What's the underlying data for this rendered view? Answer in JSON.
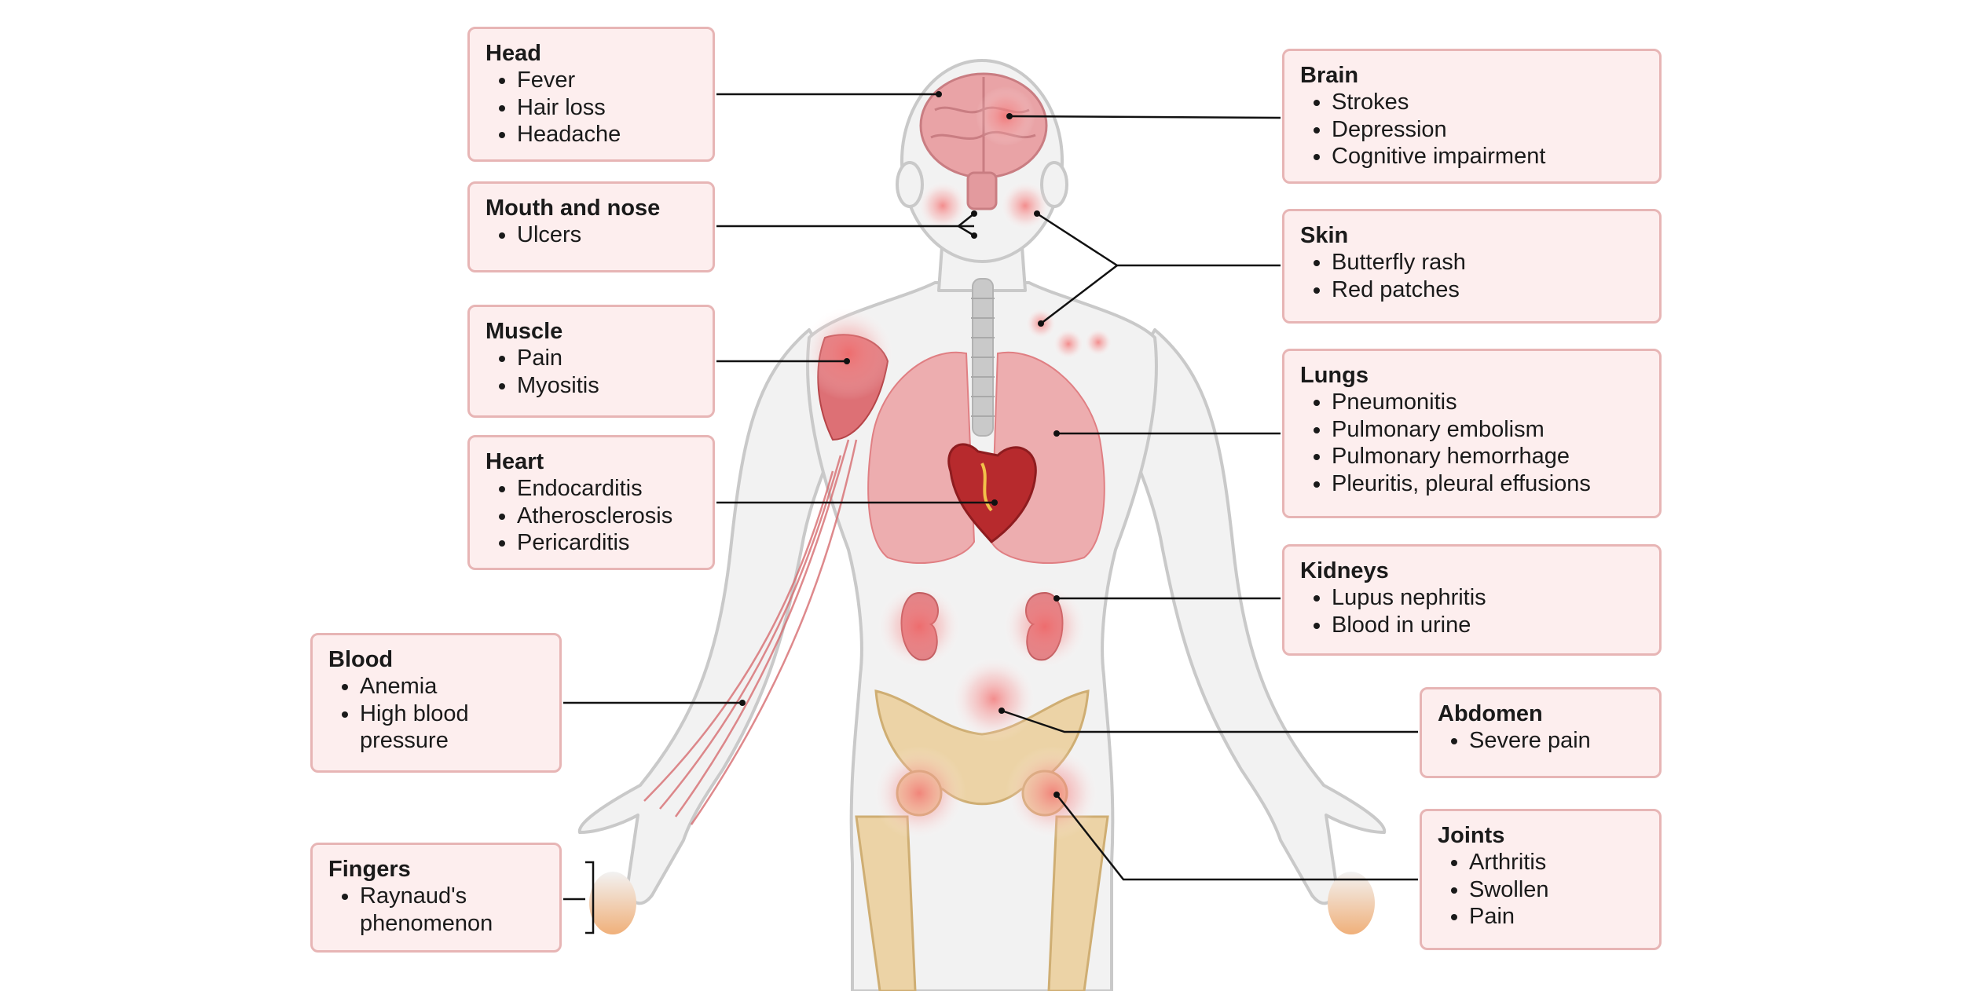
{
  "colors": {
    "box_fill": "#fdeeee",
    "box_border": "#e7b5b5",
    "body_fill": "#f2f2f2",
    "body_outline": "#c9c9c9",
    "organ_red": "#d9595f",
    "bone": "#ecd3a6",
    "inflammation": "#f36b6b",
    "line": "#111111"
  },
  "callouts": {
    "head": {
      "title": "Head",
      "items": [
        "Fever",
        "Hair loss",
        "Headache"
      ]
    },
    "mouth": {
      "title": "Mouth and nose",
      "items": [
        "Ulcers"
      ]
    },
    "muscle": {
      "title": "Muscle",
      "items": [
        "Pain",
        "Myositis"
      ]
    },
    "heart": {
      "title": "Heart",
      "items": [
        "Endocarditis",
        "Atherosclerosis",
        "Pericarditis"
      ]
    },
    "blood": {
      "title": "Blood",
      "items": [
        "Anemia",
        "High blood",
        "pressure"
      ]
    },
    "fingers": {
      "title": "Fingers",
      "items": [
        "Raynaud's",
        "phenomenon"
      ]
    },
    "brain": {
      "title": "Brain",
      "items": [
        "Strokes",
        "Depression",
        "Cognitive impairment"
      ]
    },
    "skin": {
      "title": "Skin",
      "items": [
        "Butterfly rash",
        "Red patches"
      ]
    },
    "lungs": {
      "title": "Lungs",
      "items": [
        "Pneumonitis",
        "Pulmonary embolism",
        "Pulmonary hemorrhage",
        "Pleuritis, pleural effusions"
      ]
    },
    "kidneys": {
      "title": "Kidneys",
      "items": [
        "Lupus nephritis",
        "Blood in urine"
      ]
    },
    "abdomen": {
      "title": "Abdomen",
      "items": [
        "Severe pain"
      ]
    },
    "joints": {
      "title": "Joints",
      "items": [
        "Arthritis",
        "Swollen",
        "Pain"
      ]
    }
  }
}
